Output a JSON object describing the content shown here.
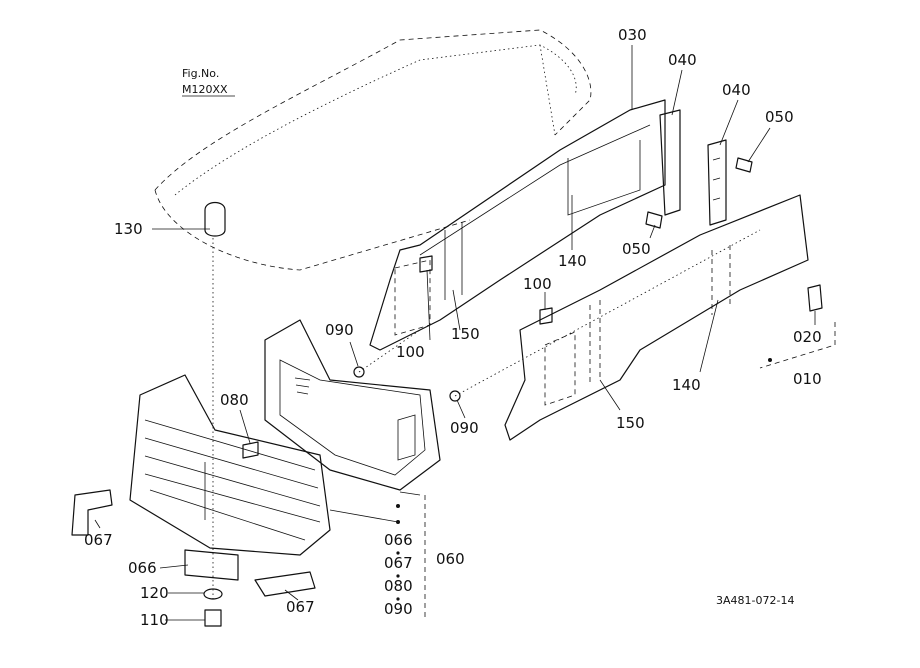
{
  "figure": {
    "fig_no_label": "Fig.No.",
    "fig_no_value": "M120XX",
    "drawing_code": "3A481-072-14"
  },
  "callouts": {
    "c030": "030",
    "c040a": "040",
    "c040b": "040",
    "c050a": "050",
    "c050b": "050",
    "c130": "130",
    "c140a": "140",
    "c140b": "140",
    "c100a": "100",
    "c100b": "100",
    "c090a": "090",
    "c090b": "090",
    "c150a": "150",
    "c150b": "150",
    "c080": "080",
    "c020": "020",
    "c010": "010",
    "c067a": "067",
    "c067b": "067",
    "c066": "066",
    "c120": "120",
    "c110": "110",
    "c060": "060"
  },
  "group_060": [
    "066",
    "067",
    "080",
    "090"
  ]
}
